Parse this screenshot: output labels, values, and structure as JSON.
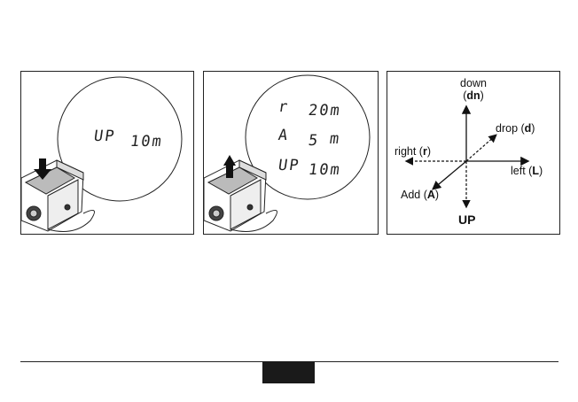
{
  "panel1": {
    "display": {
      "line1_left": "UP",
      "line1_right": "10m"
    }
  },
  "panel2": {
    "display": {
      "row1_left": "r",
      "row1_right": "20m",
      "row2_left": "A",
      "row2_mid": "5",
      "row2_right": "m",
      "row3_left": "UP",
      "row3_right": "10m"
    }
  },
  "panel3": {
    "down": {
      "word": "down",
      "open": "(",
      "key": "dn",
      "close": ")"
    },
    "drop": {
      "word": "drop (",
      "key": "d",
      "close": ")"
    },
    "right": {
      "word": "right (",
      "key": "r",
      "close": ")"
    },
    "left": {
      "word": "left (",
      "key": "L",
      "close": ")"
    },
    "add": {
      "word": "Add (",
      "key": "A",
      "close": ")"
    },
    "up": "UP"
  }
}
